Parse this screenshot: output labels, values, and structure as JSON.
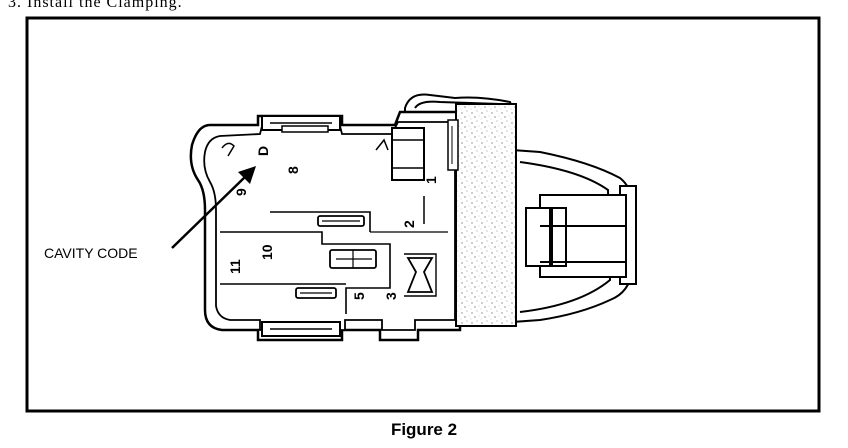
{
  "header_text": "3.    Install the Clamping.",
  "callout_label": "CAVITY CODE",
  "caption": "Figure 2",
  "cavity_letter": "D",
  "cavity_numbers": {
    "n1": "1",
    "n2": "2",
    "n3": "3",
    "n5": "5",
    "n8": "8",
    "n9": "9",
    "n10": "10",
    "n11": "11"
  }
}
